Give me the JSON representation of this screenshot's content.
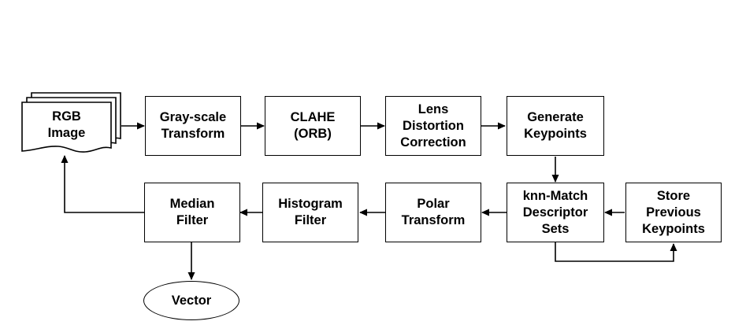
{
  "diagram": {
    "nodes": {
      "rgb_image": "RGB\nImage",
      "grayscale": "Gray-scale\nTransform",
      "clahe": "CLAHE\n(ORB)",
      "lens": "Lens\nDistortion\nCorrection",
      "keypoints": "Generate\nKeypoints",
      "store": "Store\nPrevious\nKeypoints",
      "knn": "knn-Match\nDescriptor\nSets",
      "polar": "Polar\nTransform",
      "histogram": "Histogram\nFilter",
      "median": "Median\nFilter",
      "vector": "Vector"
    },
    "edges": [
      {
        "from": "rgb_image",
        "to": "grayscale"
      },
      {
        "from": "grayscale",
        "to": "clahe"
      },
      {
        "from": "clahe",
        "to": "lens"
      },
      {
        "from": "lens",
        "to": "keypoints"
      },
      {
        "from": "keypoints",
        "to": "knn"
      },
      {
        "from": "store",
        "to": "knn"
      },
      {
        "from": "knn",
        "to": "store"
      },
      {
        "from": "knn",
        "to": "polar"
      },
      {
        "from": "polar",
        "to": "histogram"
      },
      {
        "from": "histogram",
        "to": "median"
      },
      {
        "from": "median",
        "to": "rgb_image"
      },
      {
        "from": "median",
        "to": "vector"
      }
    ]
  }
}
